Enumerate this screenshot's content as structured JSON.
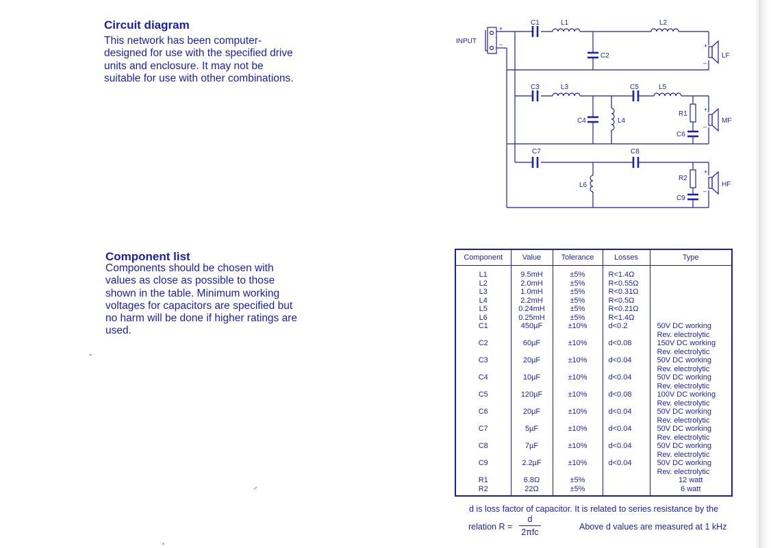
{
  "circuit": {
    "heading": "Circuit diagram",
    "description": [
      "This network has been computer-",
      "designed for use with the specified drive",
      "units and enclosure. It may not be",
      "suitable for use with other combinations."
    ],
    "labels": {
      "input": "INPUT",
      "plus": "+",
      "minus": "–",
      "c1": "C1",
      "l1": "L1",
      "l2": "L2",
      "c2": "C2",
      "lf": "LF",
      "c3": "C3",
      "l3": "L3",
      "c5": "C5",
      "l5": "L5",
      "c4": "C4",
      "l4": "L4",
      "r1": "R1",
      "c6": "C6",
      "mf": "MF",
      "c7": "C7",
      "c8": "C8",
      "l6": "L6",
      "r2": "R2",
      "c9": "C9",
      "hf": "HF"
    }
  },
  "components": {
    "heading": "Component list",
    "description": [
      "Components should be chosen with",
      "values as close as possible to those",
      "shown in the table. Minimum working",
      "voltages for capacitors are specified but",
      "no harm will be done if higher ratings are",
      "used."
    ],
    "table": {
      "headers": [
        "Component",
        "Value",
        "Tolerance",
        "Losses",
        "Type"
      ],
      "inductors": {
        "component": [
          "L1",
          "L2",
          "L3",
          "L4",
          "L5",
          "L6"
        ],
        "value": [
          "9.5mH",
          "2.0mH",
          "1.0mH",
          "2.2mH",
          "0.24mH",
          "0.25mH"
        ],
        "tolerance": [
          "±5%",
          "±5%",
          "±5%",
          "±5%",
          "±5%",
          "±5%"
        ],
        "losses": [
          "R<1.4Ω",
          "R<0.55Ω",
          "R<0.31Ω",
          "R<0.5Ω",
          "R<0.21Ω",
          "R<1.4Ω"
        ]
      },
      "capacitors": [
        {
          "component": "C1",
          "value": "450µF",
          "tolerance": "±10%",
          "losses": "d<0.2",
          "type": [
            "50V DC working",
            "Rev. electrolytic"
          ]
        },
        {
          "component": "C2",
          "value": "60µF",
          "tolerance": "±10%",
          "losses": "d<0.08",
          "type": [
            "150V DC working",
            "Rev. electrolytic"
          ]
        },
        {
          "component": "C3",
          "value": "20µF",
          "tolerance": "±10%",
          "losses": "d<0.04",
          "type": [
            "50V DC working",
            "Rev. electrolytic"
          ]
        },
        {
          "component": "C4",
          "value": "10µF",
          "tolerance": "±10%",
          "losses": "d<0.04",
          "type": [
            "50V DC working",
            "Rev. electrolytic"
          ]
        },
        {
          "component": "C5",
          "value": "120µF",
          "tolerance": "±10%",
          "losses": "d<0.08",
          "type": [
            "100V DC working",
            "Rev. electrolytic"
          ]
        },
        {
          "component": "C6",
          "value": "20µF",
          "tolerance": "±10%",
          "losses": "d<0.04",
          "type": [
            "50V DC working",
            "Rev. electrolytic"
          ]
        },
        {
          "component": "C7",
          "value": "5µF",
          "tolerance": "±10%",
          "losses": "d<0.04",
          "type": [
            "50V DC working",
            "Rev. electrolytic"
          ]
        },
        {
          "component": "C8",
          "value": "7µF",
          "tolerance": "±10%",
          "losses": "d<0.04",
          "type": [
            "50V DC working",
            "Rev. electrolytic"
          ]
        },
        {
          "component": "C9",
          "value": "2.2µF",
          "tolerance": "±10%",
          "losses": "d<0.04",
          "type": [
            "50V DC working",
            "Rev. electrolytic"
          ]
        }
      ],
      "resistors": {
        "component": [
          "R1",
          "R2"
        ],
        "value": [
          "6.8Ω",
          "22Ω"
        ],
        "tolerance": [
          "±5%",
          "±5%"
        ],
        "type": [
          "12 watt",
          "6 watt"
        ]
      }
    },
    "notes": {
      "loss_factor": "d is loss factor of capacitor. It is related to series resistance by the",
      "relation_prefix": "relation R =",
      "numerator": "d",
      "denominator": "2πfc",
      "measured": "Above d values are measured at 1 kHz"
    }
  }
}
